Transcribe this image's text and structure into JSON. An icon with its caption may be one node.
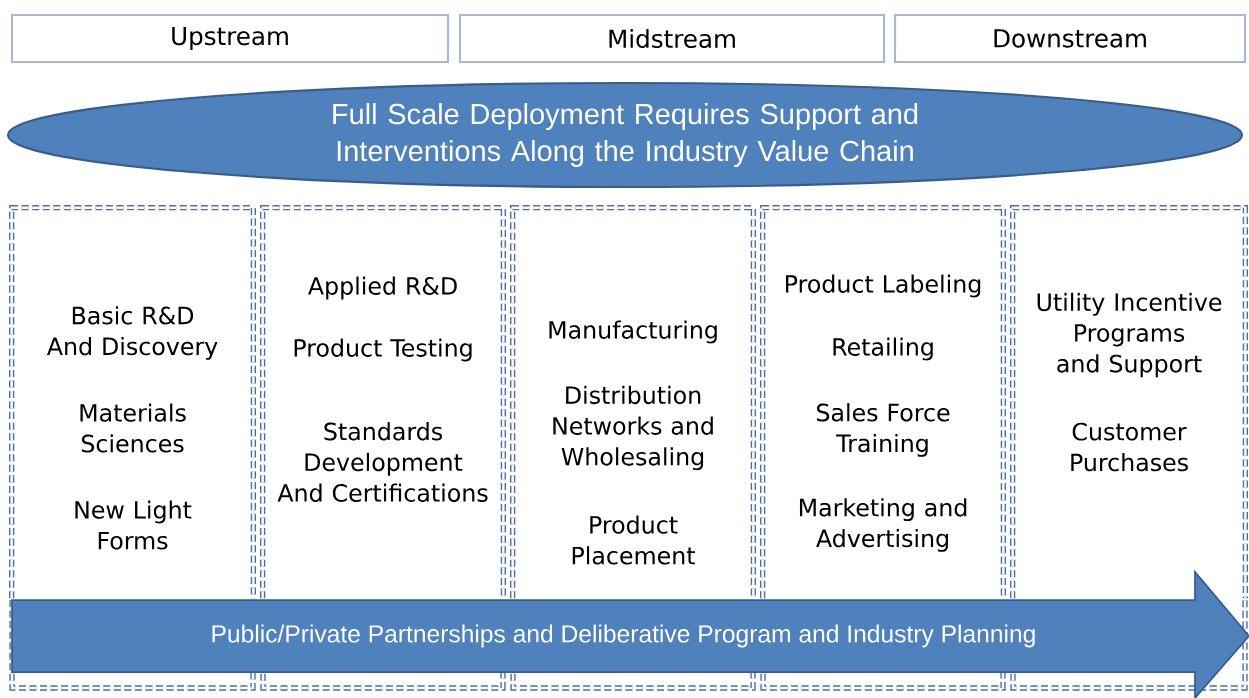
{
  "diagram": {
    "nodes": [
      {
        "text": [
          "Upstream"
        ]
      },
      {
        "text": [
          "Midstream"
        ]
      },
      {
        "text": [
          "Downstream"
        ]
      },
      {
        "text": [
          "Full Scale Deployment Requires Support and Interventions Along the Industry Value Chain"
        ]
      },
      {
        "text": [
          "Basic R&D And Discovery",
          "Materials Sciences",
          "New Light Forms"
        ]
      },
      {
        "text": [
          "Applied R&D",
          "Product Testing",
          "Standards Development And Certifications"
        ]
      },
      {
        "text": [
          "Manufacturing",
          "Distribution Networks and Wholesaling",
          "Product Placement"
        ]
      },
      {
        "text": [
          "Product Labeling",
          "Retailing",
          "Sales Force Training",
          "Marketing and Advertising"
        ]
      },
      {
        "text": [
          "Utility Incentive Programs and Support",
          "Customer Purchases"
        ]
      },
      {
        "text": [
          "Public/Private Partnerships and Deliberative Program and Industry Planning"
        ]
      }
    ],
    "edges": []
  }
}
